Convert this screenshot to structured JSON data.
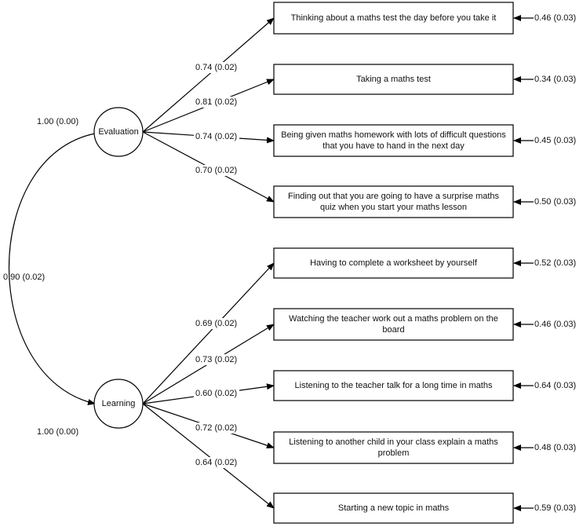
{
  "factors": [
    {
      "id": "evaluation",
      "label": "Evaluation",
      "variance": "1.00 (0.00)"
    },
    {
      "id": "learning",
      "label": "Learning",
      "variance": "1.00 (0.00)"
    }
  ],
  "correlation": "0.90 (0.02)",
  "items": [
    {
      "factor": "evaluation",
      "lines": [
        "Thinking about a maths test the day before you take it"
      ],
      "loading": "0.74 (0.02)",
      "residual": "0.46 (0.03)"
    },
    {
      "factor": "evaluation",
      "lines": [
        "Taking a maths test"
      ],
      "loading": "0.81 (0.02)",
      "residual": "0.34 (0.03)"
    },
    {
      "factor": "evaluation",
      "lines": [
        "Being given maths homework with lots of difficult questions",
        "that you have to hand in the next day"
      ],
      "loading": "0.74 (0.02)",
      "residual": "0.45 (0.03)"
    },
    {
      "factor": "evaluation",
      "lines": [
        "Finding out that you are going to have a surprise maths",
        "quiz when you start your maths lesson"
      ],
      "loading": "0.70 (0.02)",
      "residual": "0.50 (0.03)"
    },
    {
      "factor": "learning",
      "lines": [
        "Having to complete a worksheet by yourself"
      ],
      "loading": "0.69 (0.02)",
      "residual": "0.52 (0.03)"
    },
    {
      "factor": "learning",
      "lines": [
        "Watching the teacher work out a maths problem on the",
        "board"
      ],
      "loading": "0.73 (0.02)",
      "residual": "0.46 (0.03)"
    },
    {
      "factor": "learning",
      "lines": [
        "Listening to the teacher talk for a long time in maths"
      ],
      "loading": "0.60 (0.02)",
      "residual": "0.64 (0.03)"
    },
    {
      "factor": "learning",
      "lines": [
        "Listening to another child in your class explain a maths",
        "problem"
      ],
      "loading": "0.72 (0.02)",
      "residual": "0.48 (0.03)"
    },
    {
      "factor": "learning",
      "lines": [
        "Starting a new topic in maths"
      ],
      "loading": "0.64 (0.02)",
      "residual": "0.59 (0.03)"
    }
  ]
}
